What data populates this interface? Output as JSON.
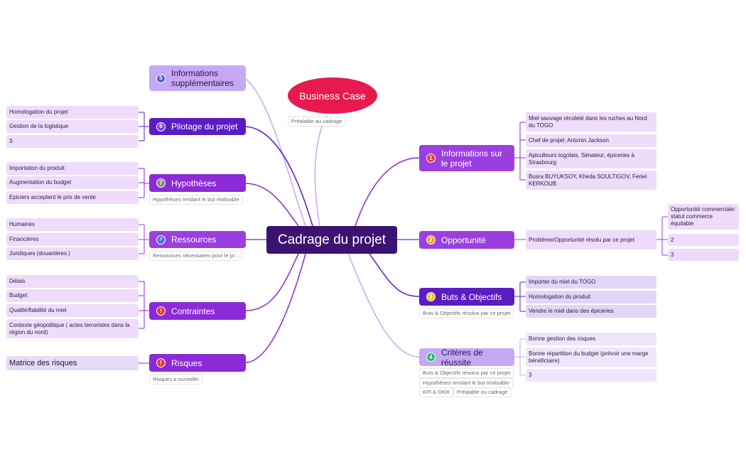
{
  "center": {
    "label": "Cadrage du projet"
  },
  "business_case": {
    "label": "Business Case",
    "note": "Préalable au cadrage"
  },
  "branches": {
    "info_supp": {
      "badge": "5",
      "label": "Informations supplémentaires",
      "badge_color": "#5b5ad6"
    },
    "pilotage": {
      "badge": "6",
      "label": "Pilotage du projet",
      "badge_color": "#6a4cd8",
      "leaves": [
        "Homologation du projet",
        "Gestion de la logistique",
        "3"
      ]
    },
    "hypotheses": {
      "badge": "7",
      "label": "Hypothèses",
      "badge_color": "#8a8a8a",
      "note": "Hypothèses rendant le but réalisable",
      "leaves": [
        "Importation du produit",
        "Augmentation du budget",
        "Epiciers acceptent le prix de vente"
      ]
    },
    "ressources": {
      "badge": "⚡",
      "label": "Ressources",
      "badge_color": "#4a7be0",
      "note": "Ressources nécessaires pour le pr...",
      "leaves": [
        "Humaines",
        "Financières",
        "Juridiques (douanières.)"
      ]
    },
    "contraintes": {
      "badge": "!",
      "label": "Contraintes",
      "badge_color": "#e63a3a",
      "leaves": [
        "Délais",
        "Budget",
        "Qualité/fiabilité du miel",
        "Contexte géopolitique ( actes terroristes dans la région du nord)"
      ]
    },
    "risques": {
      "badge": "!",
      "label": "Risques",
      "badge_color": "#e63a3a",
      "note": "Risques a surveiller",
      "leaf": "Matrice des risques"
    },
    "info_projet": {
      "badge": "1",
      "label": "Informations sur le projet",
      "badge_color": "#e63a3a",
      "leaves": [
        "Miel sauvage récoleté dans les ruches au Nord du TOGO",
        "Chef de projet: Antonin Jackson",
        "Apiculteurs togolais, Sénateur, épiceries à Strasbourg",
        "Busra BUYUKSOY, Kheda SOULTIGOV, Feriel KERKOUB"
      ]
    },
    "opportunite": {
      "badge": "2",
      "label": "Opportunité",
      "badge_color": "#f0a020",
      "child": "Problème/Opportunité résolu par ce projet",
      "subleaves": [
        "Opportunité commerciale: statut commerce équitable",
        "2",
        "3"
      ]
    },
    "buts": {
      "badge": "3",
      "label": "Buts & Objectifs",
      "badge_color": "#f2c21b",
      "note": "Buts & Objectifs résolus par ce projet",
      "leaves": [
        "Importer du miel du TOGO",
        "Homologation du produit",
        "Vendre le miel dans des épiceries"
      ]
    },
    "criteres": {
      "badge": "4",
      "label": "Critères de réussite",
      "badge_color": "#2bb673",
      "notes": [
        "Buts & Objectifs résolus par ce projet",
        "Hypothèses rendant le but réalisable",
        "KPI & OKR",
        "Préalable au cadrage"
      ],
      "leaves": [
        "Bonne gestion des risques",
        "Bonne répartition du budget (prévoir une marge bénéficiaire)",
        "3"
      ]
    }
  },
  "colors": {
    "central": "#3a1370",
    "branch_dark": "#5b1cc4",
    "branch_mid": "#9b3fe0",
    "branch_light": "#c5a9f5",
    "business_case": "#e8194e",
    "leaf": "#eedcfa"
  }
}
